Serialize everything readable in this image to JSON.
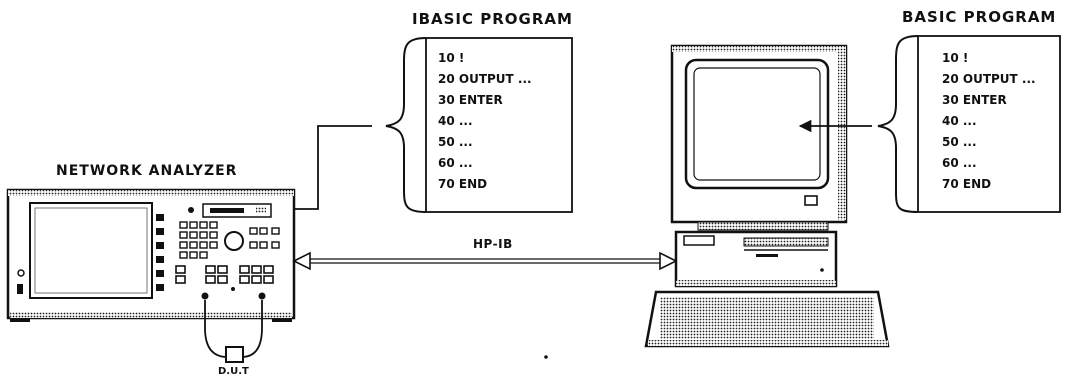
{
  "diagram": {
    "labels": {
      "network_analyzer": "NETWORK ANALYZER",
      "ibasic_program": "IBASIC PROGRAM",
      "basic_program": "BASIC PROGRAM",
      "hpib": "HP-IB",
      "dut": "D.U.T"
    },
    "ibasic_lines": [
      "10 !",
      "20 OUTPUT ...",
      "30 ENTER",
      "40 ...",
      "50 ...",
      "60 ...",
      "70 END"
    ],
    "basic_lines": [
      "10 !",
      "20 OUTPUT ...",
      "30 ENTER",
      "40 ...",
      "50 ...",
      "60 ...",
      "70 END"
    ]
  }
}
